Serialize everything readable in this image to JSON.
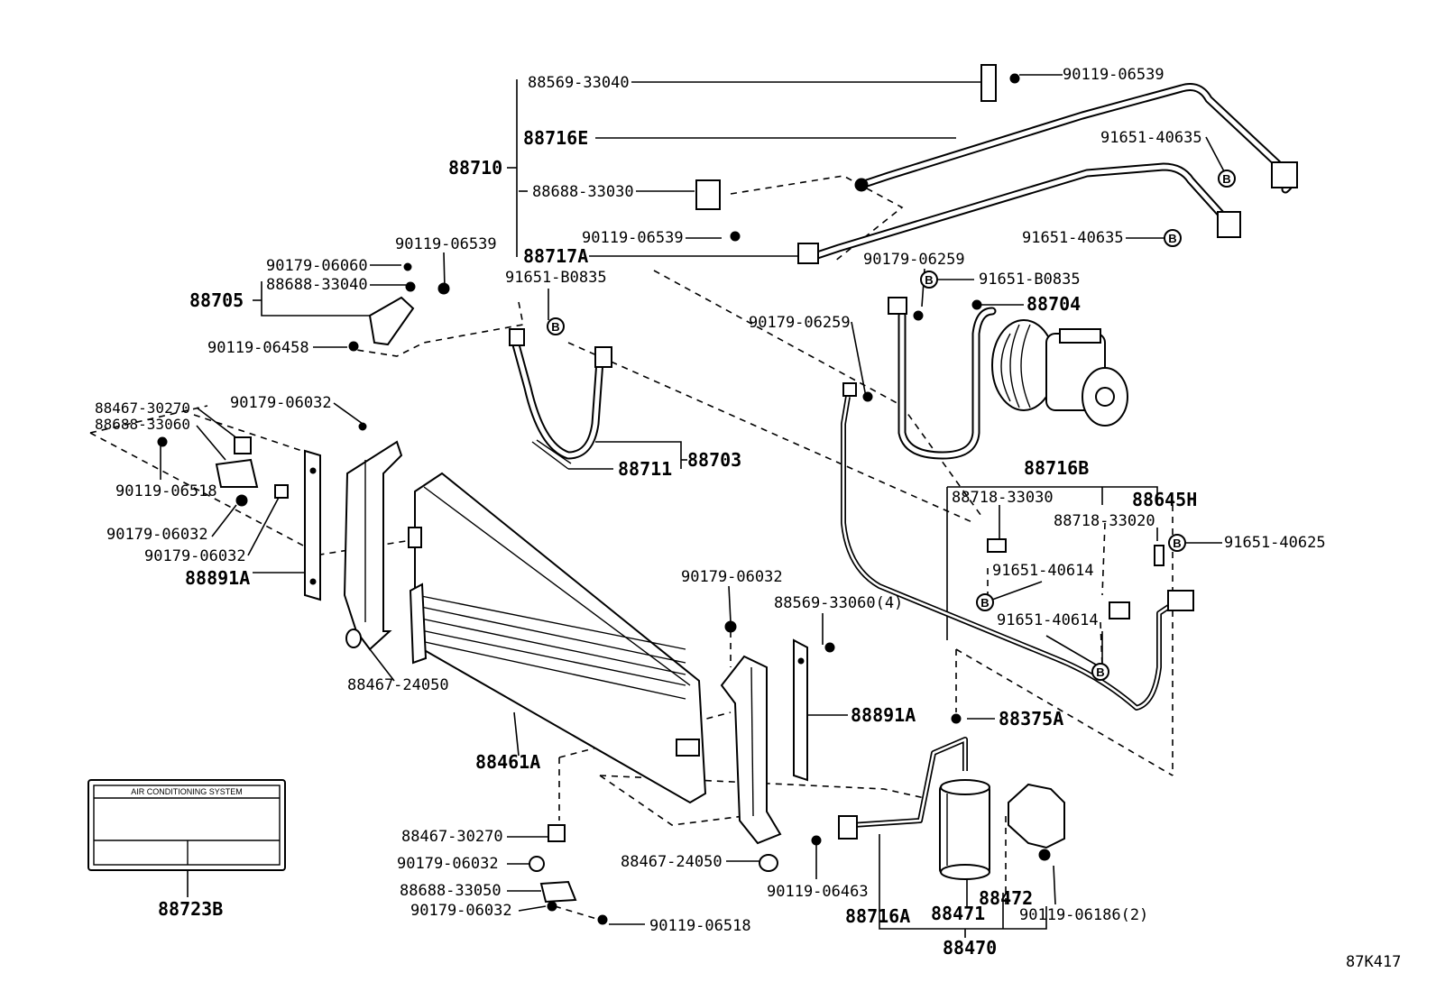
{
  "diagram_id": "87K417",
  "badge_letter": "B",
  "label_card": {
    "title": "AIR CONDITIONING SYSTEM",
    "part": "88723B"
  },
  "labels": [
    {
      "id": "p88569_33040",
      "text": "88569-33040"
    },
    {
      "id": "p90119_06539_top",
      "text": "90119-06539"
    },
    {
      "id": "p88716E",
      "text": "88716E"
    },
    {
      "id": "p91651_40635_a",
      "text": "91651-40635"
    },
    {
      "id": "p88710",
      "text": "88710"
    },
    {
      "id": "p88688_33030",
      "text": "88688-33030"
    },
    {
      "id": "p91651_40635_b",
      "text": "91651-40635"
    },
    {
      "id": "p90119_06539_mid",
      "text": "90119-06539"
    },
    {
      "id": "p88717A",
      "text": "88717A"
    },
    {
      "id": "p90179_06259_a",
      "text": "90179-06259"
    },
    {
      "id": "p91651_B0835_a",
      "text": "91651-B0835"
    },
    {
      "id": "p91651_B0835_b",
      "text": "91651-B0835"
    },
    {
      "id": "p88704",
      "text": "88704"
    },
    {
      "id": "p90119_06539_left",
      "text": "90119-06539"
    },
    {
      "id": "p90179_06060",
      "text": "90179-06060"
    },
    {
      "id": "p88688_33040",
      "text": "88688-33040"
    },
    {
      "id": "p88705",
      "text": "88705"
    },
    {
      "id": "p90119_06458",
      "text": "90119-06458"
    },
    {
      "id": "p90179_06259_b",
      "text": "90179-06259"
    },
    {
      "id": "p88467_30270_a",
      "text": "88467-30270"
    },
    {
      "id": "p88688_33060",
      "text": "88688-33060"
    },
    {
      "id": "p90179_06032_a",
      "text": "90179-06032"
    },
    {
      "id": "p90119_06518_a",
      "text": "90119-06518"
    },
    {
      "id": "p90179_06032_b",
      "text": "90179-06032"
    },
    {
      "id": "p90179_06032_c",
      "text": "90179-06032"
    },
    {
      "id": "p88891A_a",
      "text": "88891A"
    },
    {
      "id": "p88711",
      "text": "88711"
    },
    {
      "id": "p88703",
      "text": "88703"
    },
    {
      "id": "p88716B",
      "text": "88716B"
    },
    {
      "id": "p88718_33030",
      "text": "88718-33030"
    },
    {
      "id": "p88645H",
      "text": "88645H"
    },
    {
      "id": "p88718_33020",
      "text": "88718-33020"
    },
    {
      "id": "p91651_40625",
      "text": "91651-40625"
    },
    {
      "id": "p91651_40614_a",
      "text": "91651-40614"
    },
    {
      "id": "p91651_40614_b",
      "text": "91651-40614"
    },
    {
      "id": "p90179_06032_d",
      "text": "90179-06032"
    },
    {
      "id": "p88569_33060",
      "text": "88569-33060(4)"
    },
    {
      "id": "p88467_24050_a",
      "text": "88467-24050"
    },
    {
      "id": "p88891A_b",
      "text": "88891A"
    },
    {
      "id": "p88375A",
      "text": "88375A"
    },
    {
      "id": "p88461A",
      "text": "88461A"
    },
    {
      "id": "p88467_30270_b",
      "text": "88467-30270"
    },
    {
      "id": "p90179_06032_e",
      "text": "90179-06032"
    },
    {
      "id": "p88688_33050",
      "text": "88688-33050"
    },
    {
      "id": "p90179_06032_f",
      "text": "90179-06032"
    },
    {
      "id": "p90119_06518_b",
      "text": "90119-06518"
    },
    {
      "id": "p88467_24050_b",
      "text": "88467-24050"
    },
    {
      "id": "p90119_06463",
      "text": "90119-06463"
    },
    {
      "id": "p88716A",
      "text": "88716A"
    },
    {
      "id": "p88471",
      "text": "88471"
    },
    {
      "id": "p88472",
      "text": "88472"
    },
    {
      "id": "p90119_06186",
      "text": "90119-06186(2)"
    },
    {
      "id": "p88470",
      "text": "88470"
    }
  ]
}
